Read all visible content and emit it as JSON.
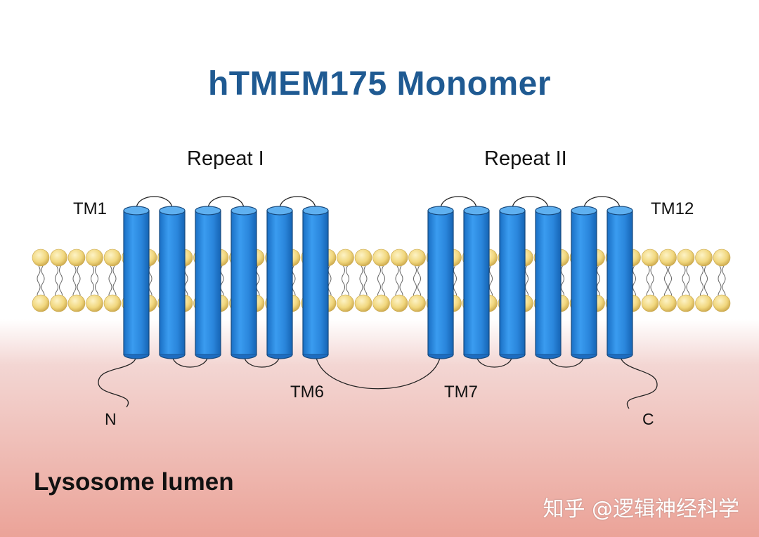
{
  "title": "hTMEM175 Monomer",
  "repeats": {
    "first": "Repeat I",
    "second": "Repeat II"
  },
  "helix_labels": {
    "tm1": "TM1",
    "tm6": "TM6",
    "tm7": "TM7",
    "tm12": "TM12"
  },
  "termini": {
    "n": "N",
    "c": "C"
  },
  "compartment_label": "Lysosome lumen",
  "watermark": "知乎 @逻辑神经科学",
  "colors": {
    "title": "#1f5a92",
    "helix": "#2b8be0",
    "helix_top": "#5fb0f0",
    "lipid_head": "#f1d77e",
    "lumen": "#eba398"
  }
}
